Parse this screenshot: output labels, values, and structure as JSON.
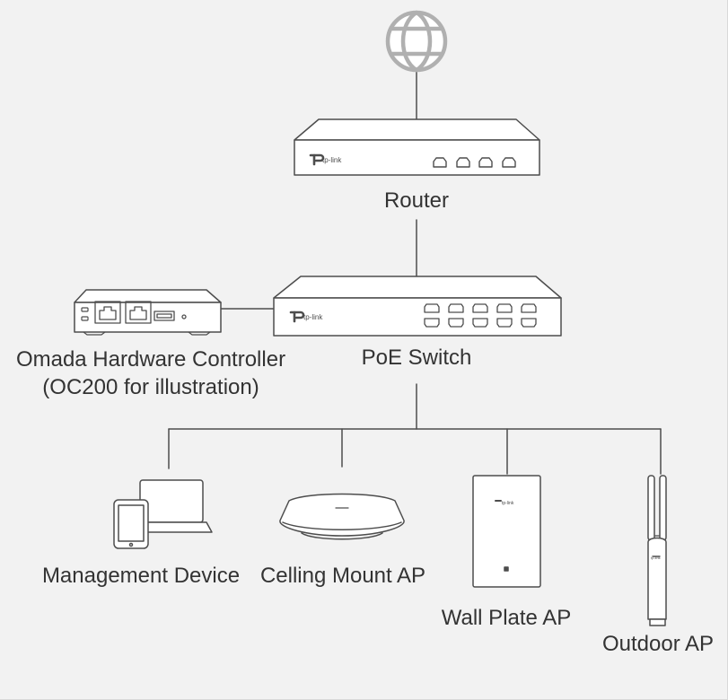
{
  "brand": "tp-link",
  "labels": {
    "router": "Router",
    "switch": "PoE Switch",
    "controller_line1": "Omada Hardware Controller",
    "controller_line2": "(OC200 for illustration)",
    "management": "Management Device",
    "ceiling": "Celling Mount AP",
    "wallplate": "Wall Plate AP",
    "outdoor": "Outdoor AP"
  },
  "colors": {
    "line": "#4d4d4d",
    "globe": "#b0b0b0",
    "device_fill": "#ffffff",
    "background": "#f2f2f2"
  },
  "icons": [
    "globe-icon",
    "router-icon",
    "poe-switch-icon",
    "controller-icon",
    "laptop-icon",
    "phone-icon",
    "ceiling-ap-icon",
    "wall-plate-ap-icon",
    "outdoor-ap-icon"
  ]
}
